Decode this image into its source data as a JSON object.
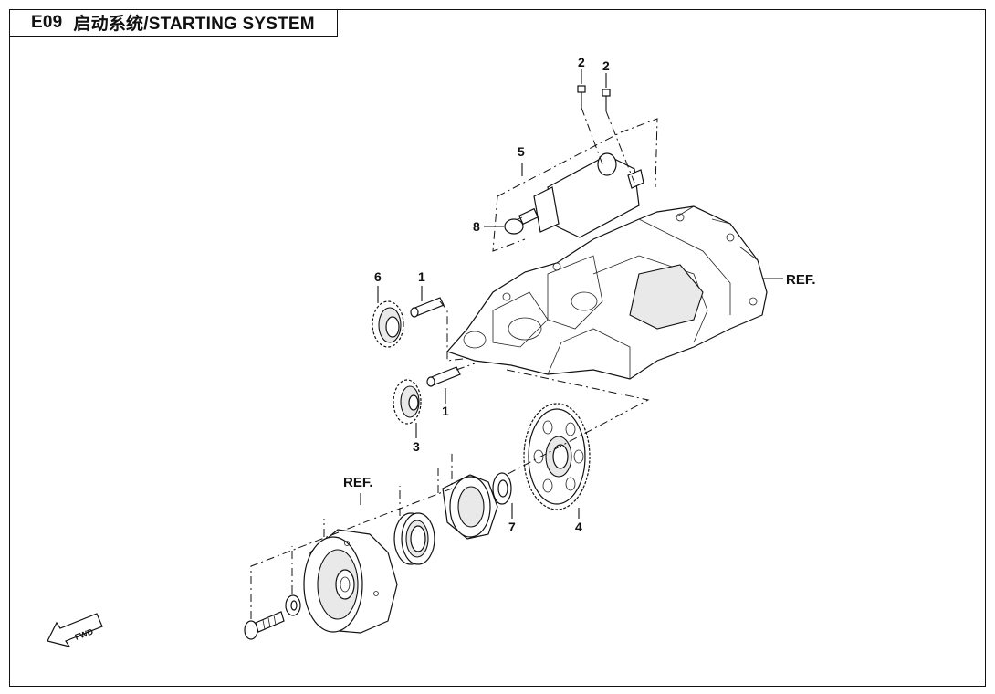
{
  "header": {
    "code": "E09",
    "title": "启动系统/STARTING SYSTEM"
  },
  "callouts": {
    "c1a": "1",
    "c1b": "1",
    "c2a": "2",
    "c2b": "2",
    "c3": "3",
    "c4": "4",
    "c5": "5",
    "c6": "6",
    "c7": "7",
    "c8": "8",
    "ref_crankcase": "REF.",
    "ref_flywheel": "REF."
  },
  "fwd_label": "FWD"
}
